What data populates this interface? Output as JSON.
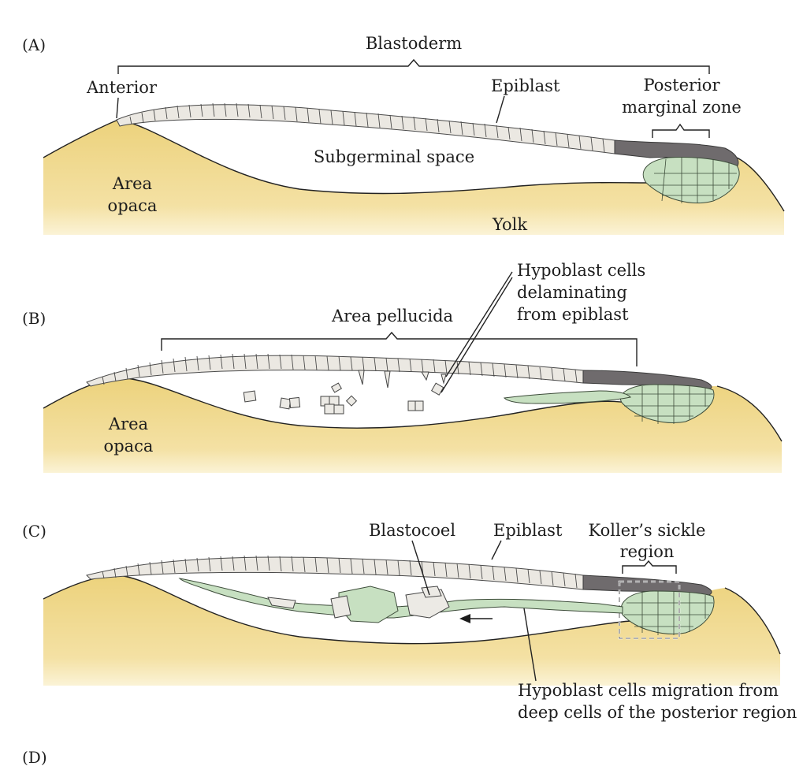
{
  "panels": [
    {
      "id": "A",
      "tag": "(A)",
      "labels": {
        "blastoderm": "Blastoderm",
        "anterior": "Anterior",
        "epiblast": "Epiblast",
        "posterior_1": "Posterior",
        "posterior_2": "marginal zone",
        "subgerminal": "Subgerminal space",
        "area_1": "Area",
        "area_2": "opaca",
        "yolk": "Yolk"
      }
    },
    {
      "id": "B",
      "tag": "(B)",
      "labels": {
        "hypoblast_1": "Hypoblast cells",
        "hypoblast_2": "delaminating",
        "hypoblast_3": "from epiblast",
        "pellucida": "Area pellucida",
        "area_1": "Area",
        "area_2": "opaca"
      }
    },
    {
      "id": "C",
      "tag": "(C)",
      "labels": {
        "blastocoel": "Blastocoel",
        "epiblast": "Epiblast",
        "koller_1": "Koller’s sickle",
        "koller_2": "region",
        "migration_1": "Hypoblast cells migration from",
        "migration_2": "deep cells of the posterior region"
      }
    },
    {
      "id": "D",
      "tag": "(D)"
    }
  ],
  "colors": {
    "yolk": "#f0d98a",
    "epiblast": "#ebe8e2",
    "posterior_dark": "#6f6b6d",
    "hypoblast_green": "#c7e0c1"
  }
}
